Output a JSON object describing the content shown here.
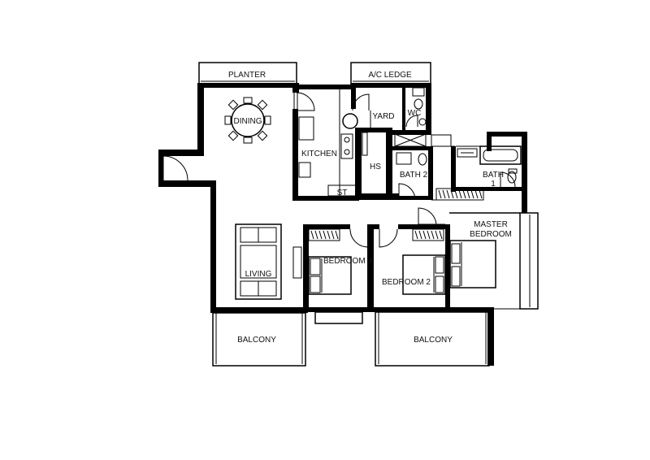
{
  "rooms": {
    "planter": "PLANTER",
    "ac_ledge": "A/C LEDGE",
    "dining": "DINING",
    "yard": "YARD",
    "wc": "WC",
    "kitchen": "KITCHEN",
    "hs": "HS",
    "bath2_line1": "BATH 2",
    "bath1_line1": "BATH",
    "bath1_line2": "1",
    "st": "ST",
    "master_line1": "MASTER",
    "master_line2": "BEDROOM",
    "bedroom3": "BEDROOM 3",
    "bedroom2": "BEDROOM 2",
    "living": "LIVING",
    "balcony_left": "BALCONY",
    "balcony_right": "BALCONY"
  }
}
